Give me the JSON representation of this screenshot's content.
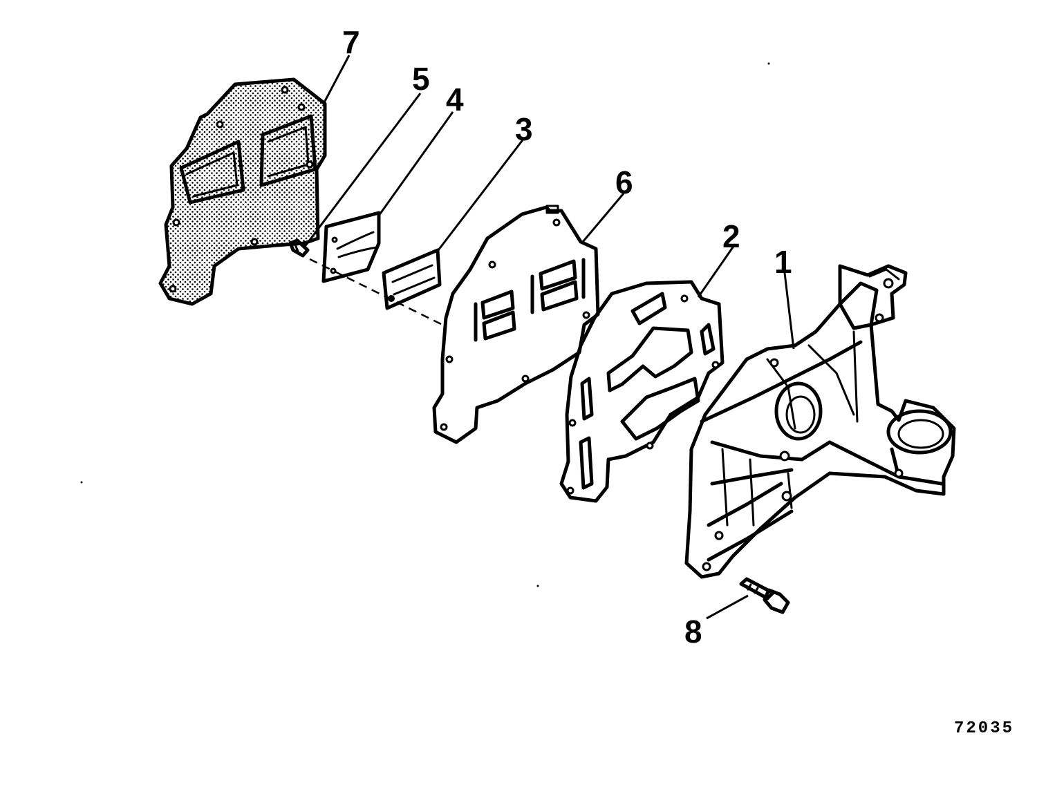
{
  "diagram": {
    "callouts": {
      "c1": "1",
      "c2": "2",
      "c3": "3",
      "c4": "4",
      "c5": "5",
      "c6": "6",
      "c7": "7",
      "c8": "8"
    },
    "figure_number": "72035"
  }
}
